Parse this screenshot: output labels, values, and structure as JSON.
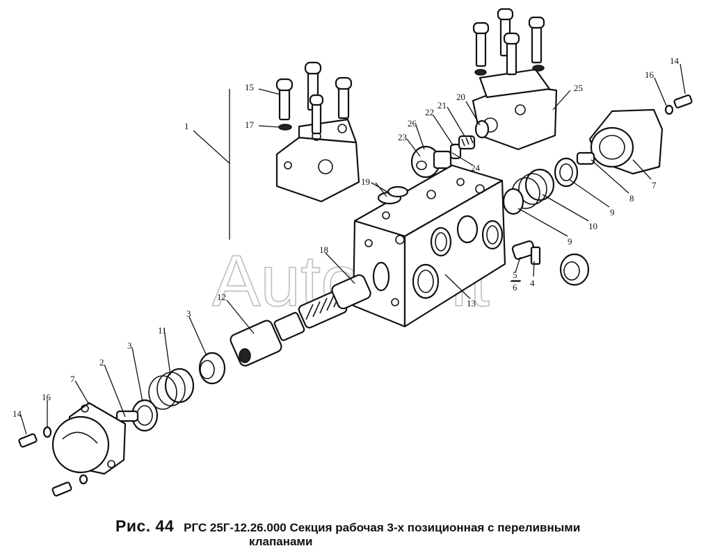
{
  "watermark": "AutoSoft",
  "caption": {
    "figure": "Рис. 44",
    "line1": "РГС 25Г-12.26.000 Секция рабочая 3-х позиционная с переливными",
    "line2": "клапанами"
  },
  "callouts": {
    "c1": "1",
    "c2": "2",
    "c3a": "3",
    "c3b": "3",
    "c4": "4",
    "c5": "5",
    "c6": "6",
    "c7a": "7",
    "c7b": "7",
    "c8": "8",
    "c9a": "9",
    "c9b": "9",
    "c10": "10",
    "c11": "11",
    "c12": "12",
    "c13": "13",
    "c14a": "14",
    "c14b": "14",
    "c15": "15",
    "c16a": "16",
    "c16b": "16",
    "c17": "17",
    "c18": "18",
    "c19": "19",
    "c20": "20",
    "c21": "21",
    "c22": "22",
    "c23": "23",
    "c24": "24",
    "c25": "25",
    "c26": "26"
  }
}
